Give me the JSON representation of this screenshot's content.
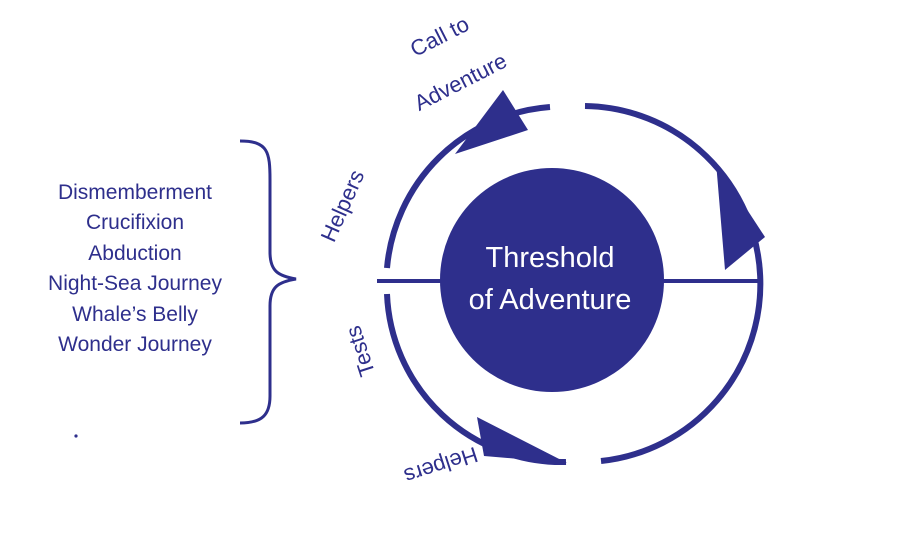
{
  "center": {
    "line1": "Threshold",
    "line2": "of Adventure"
  },
  "labels": {
    "call_line1": "Call to",
    "call_line2": "Adventure",
    "helpers_top": "Helpers",
    "tests": "Tests",
    "helpers_bottom": "Helpers"
  },
  "stages": [
    "Dismemberment",
    "Crucifixion",
    "Abduction",
    "Night-Sea Journey",
    "Whale’s Belly",
    "Wonder Journey"
  ],
  "colors": {
    "primary": "#2e2f8c",
    "background": "#ffffff",
    "center_text": "#ffffff"
  }
}
